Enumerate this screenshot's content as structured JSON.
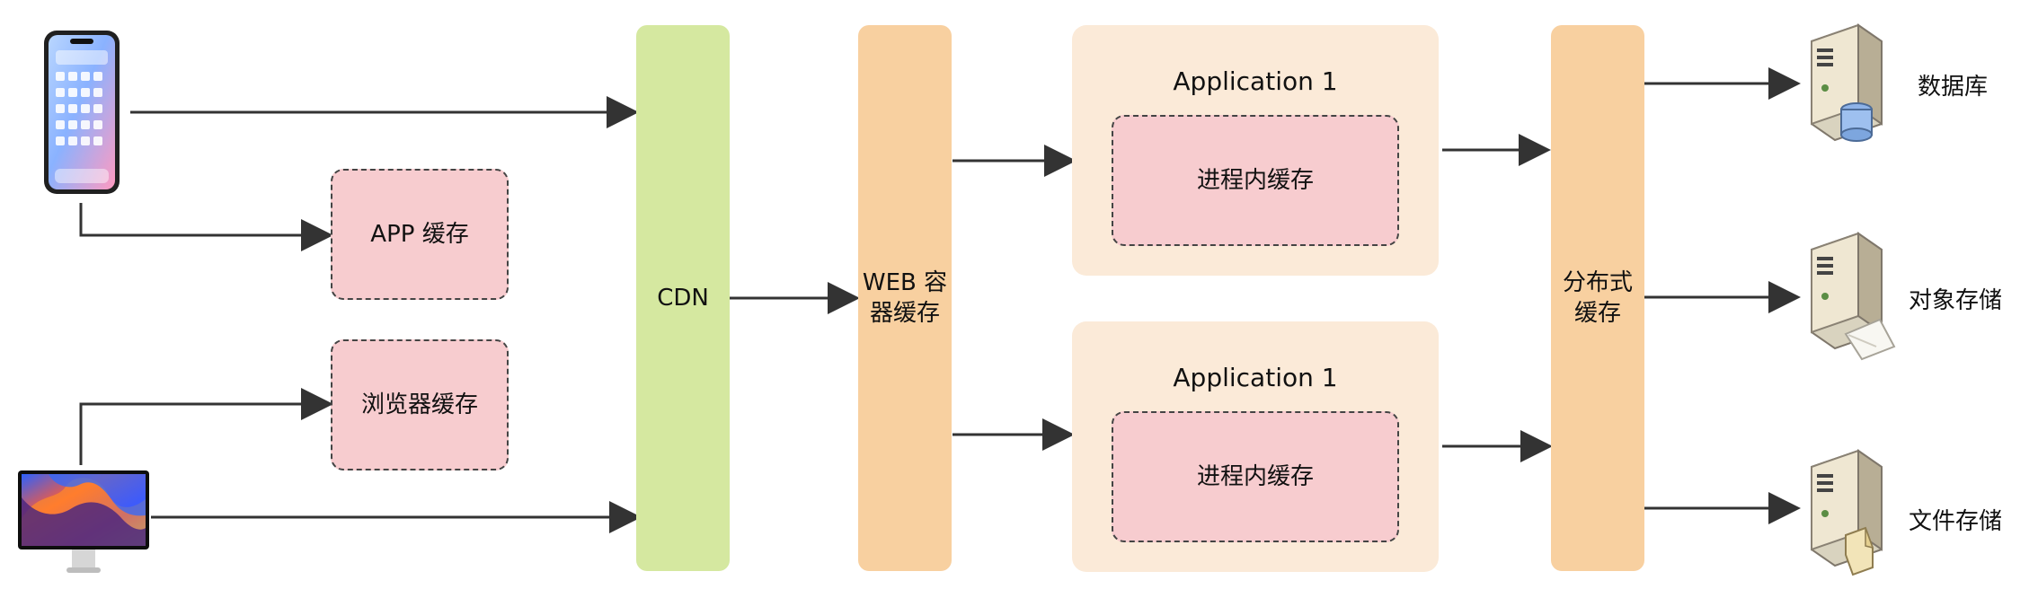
{
  "diagram": {
    "app_cache_label": "APP 缓存",
    "browser_cache_label": "浏览器缓存",
    "cdn_label": "CDN",
    "web_cache_label": "WEB 容\n器缓存",
    "distributed_cache_label": "分布式\n缓存",
    "app1_title": "Application 1",
    "app1_cache_label": "进程内缓存",
    "app2_title": "Application 1",
    "app2_cache_label": "进程内缓存",
    "database_label": "数据库",
    "object_storage_label": "对象存储",
    "file_storage_label": "文件存储",
    "icons": {
      "phone": "phone-icon",
      "monitor": "monitor-icon",
      "database_server": "database-server-icon",
      "object_server": "object-storage-server-icon",
      "file_server": "file-storage-server-icon"
    },
    "colors": {
      "cdn": "#d5e8a0",
      "web": "#f8d0a0",
      "panel": "#fbead8",
      "cache": "#f7cccf",
      "arrow": "#333333"
    }
  }
}
